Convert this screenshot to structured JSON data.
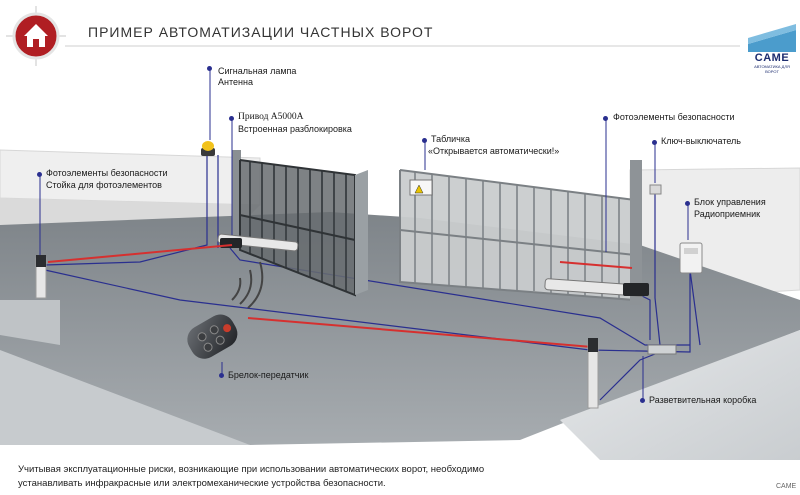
{
  "header": {
    "title": "ПРИМЕР АВТОМАТИЗАЦИИ ЧАСТНЫХ ВОРОТ",
    "logo_text": "CAME",
    "logo_subtext": "АВТОМАТИКА ДЛЯ ВОРОТ"
  },
  "labels": {
    "signal_lamp": "Сигнальная лампа",
    "antenna": "Антенна",
    "drive": "Привод A5000A",
    "release": "Встроенная разблокировка",
    "photocells_left": "Фотоэлементы безопасности",
    "photocell_post": "Стойка для фотоэлементов",
    "sign": "Табличка",
    "sign_text": "«Открывается автоматически!»",
    "photocells_right": "Фотоэлементы безопасности",
    "key_switch": "Ключ-выключатель",
    "control_unit": "Блок управления",
    "radio_receiver": "Радиоприемник",
    "keyfob": "Брелок-передатчик",
    "junction_box": "Разветвительная коробка"
  },
  "footer": {
    "line1": "Учитывая эксплуатационные  риски, возникающие при использовании автоматических ворот, необходимо",
    "line2": "устанавливать инфракрасные или электромеханические устройства безопасности.",
    "code": "CAME"
  },
  "colors": {
    "wire": "#2a2f8f",
    "beam": "#d6302f",
    "ground": "#8f959a",
    "wall": "#e9e9e9",
    "accent_red": "#b01e23"
  }
}
